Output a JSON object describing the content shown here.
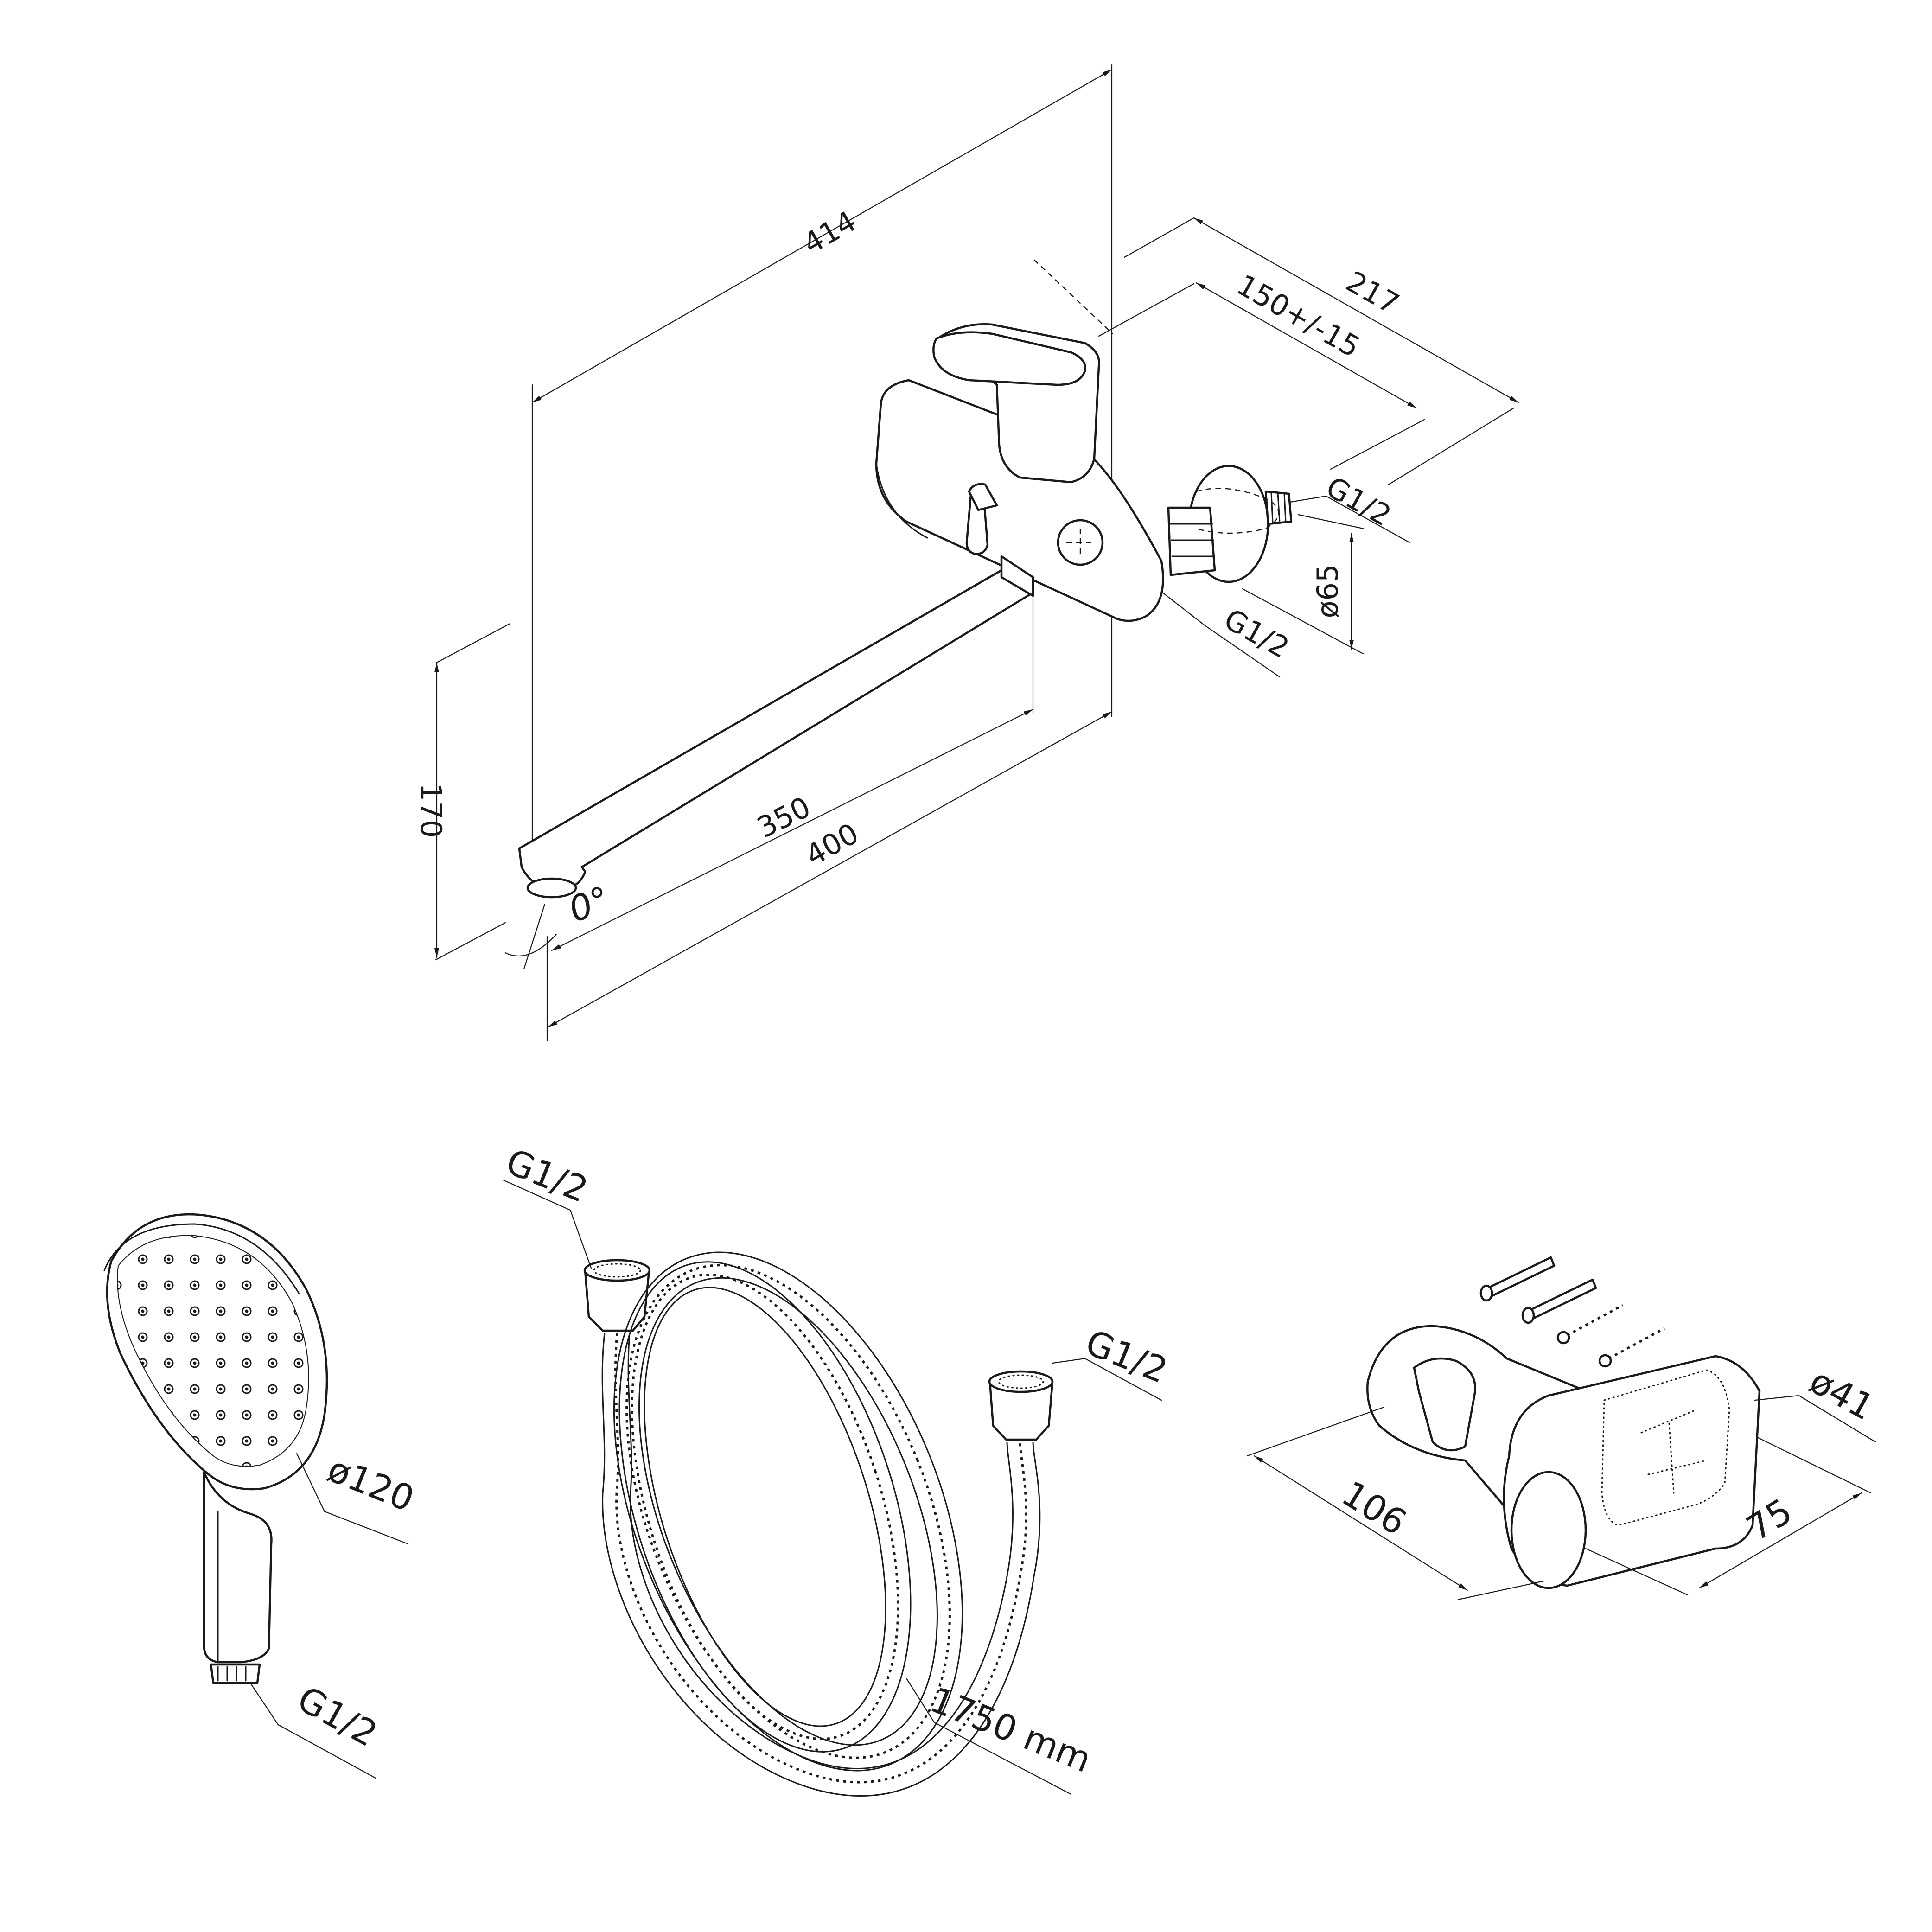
{
  "faucet": {
    "dim_total_length": "414",
    "dim_depth": "217",
    "dim_centers": "150+/-15",
    "dim_height": "170",
    "dim_spout_350": "350",
    "dim_spout_400": "400",
    "dim_angle": "0°",
    "dim_flange": "ø65",
    "thread_inlet": "G1/2",
    "thread_outlet": "G1/2"
  },
  "hand_shower": {
    "dim_head": "ø120",
    "thread": "G1/2"
  },
  "hose": {
    "thread_top": "G1/2",
    "thread_right": "G1/2",
    "length": "1750 mm"
  },
  "holder": {
    "dim_width": "106",
    "dim_length": "75",
    "dim_diameter": "ø41"
  }
}
